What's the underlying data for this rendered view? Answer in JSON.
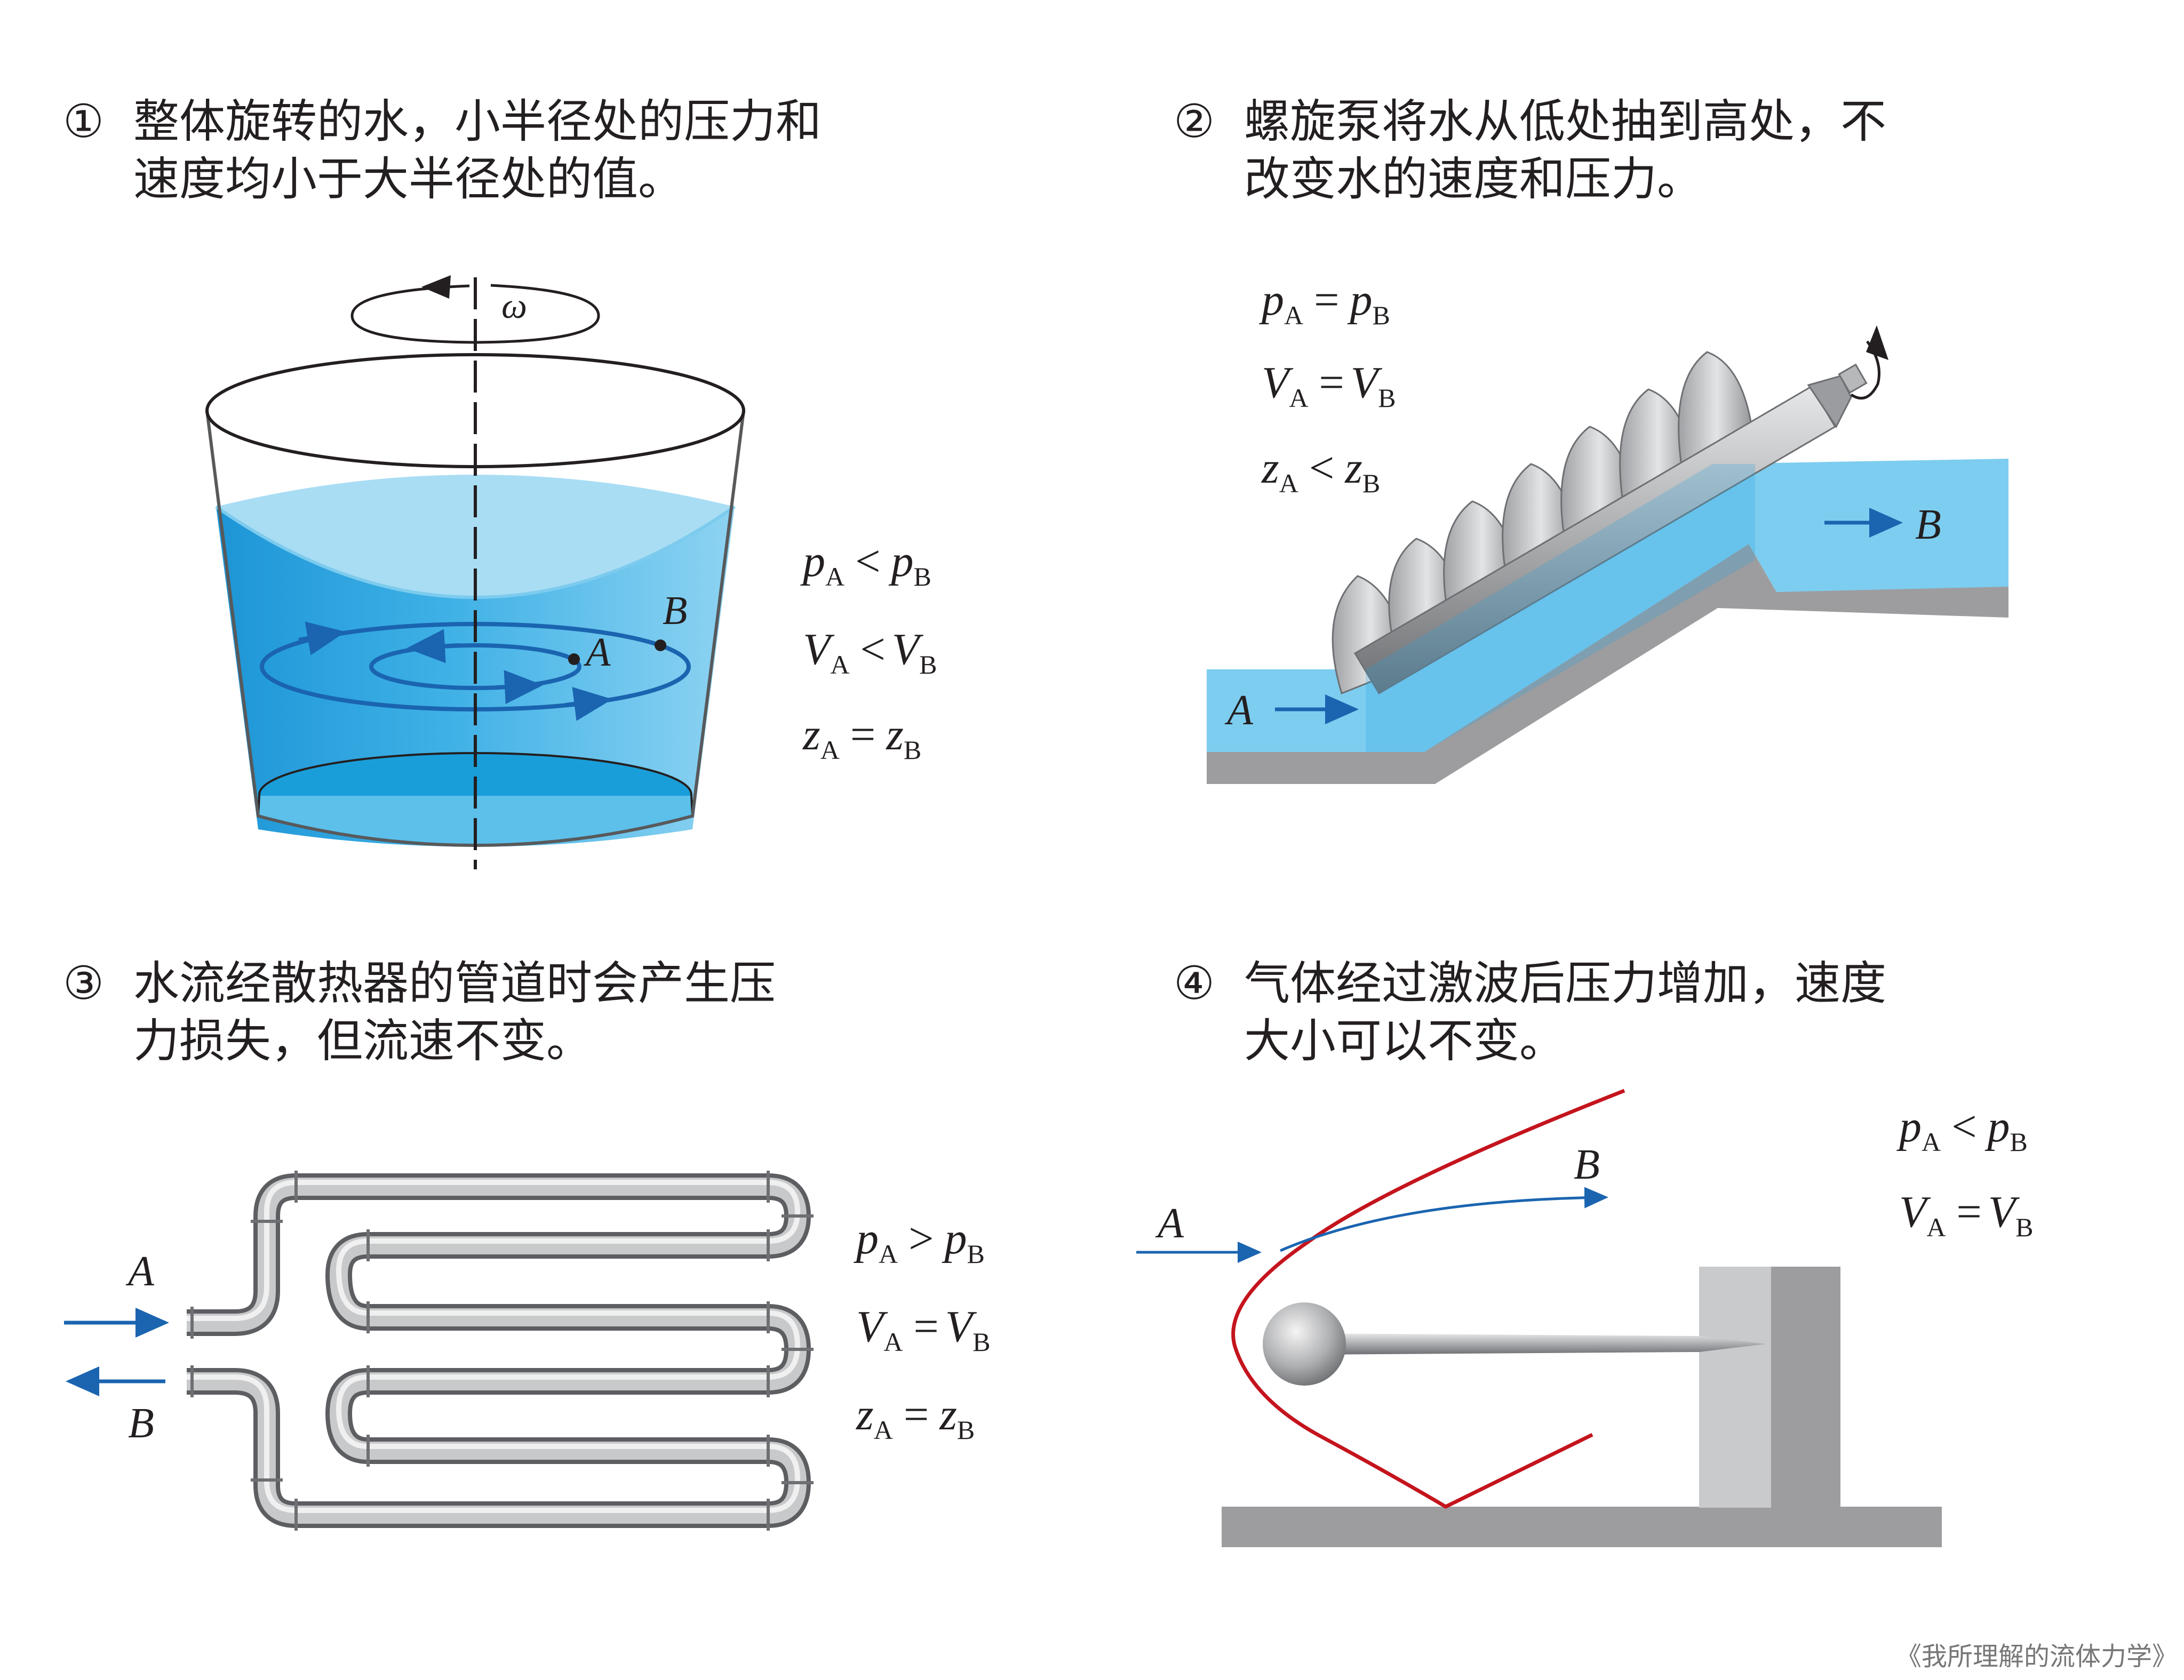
{
  "panels": [
    {
      "number": "①",
      "line1": "整体旋转的水，小半径处的压力和",
      "line2": "速度均小于大半径处的值。",
      "eqs": [
        {
          "lhs": "p",
          "op": "<",
          "rhs": "p"
        },
        {
          "lhs": "V",
          "op": "<",
          "rhs": "V"
        },
        {
          "lhs": "z",
          "op": "=",
          "rhs": "z"
        }
      ],
      "omega": "ω",
      "point_a": "A",
      "point_b": "B"
    },
    {
      "number": "②",
      "line1": "螺旋泵将水从低处抽到高处，不",
      "line2": "改变水的速度和压力。",
      "eqs": [
        {
          "lhs": "p",
          "op": "=",
          "rhs": "p"
        },
        {
          "lhs": "V",
          "op": "=",
          "rhs": "V"
        },
        {
          "lhs": "z",
          "op": "<",
          "rhs": "z"
        }
      ],
      "point_a": "A",
      "point_b": "B"
    },
    {
      "number": "③",
      "line1": "水流经散热器的管道时会产生压",
      "line2": "力损失，但流速不变。",
      "eqs": [
        {
          "lhs": "p",
          "op": ">",
          "rhs": "p"
        },
        {
          "lhs": "V",
          "op": "=",
          "rhs": "V"
        },
        {
          "lhs": "z",
          "op": "=",
          "rhs": "z"
        }
      ],
      "point_a": "A",
      "point_b": "B"
    },
    {
      "number": "④",
      "line1": "气体经过激波后压力增加，速度",
      "line2": "大小可以不变。",
      "eqs": [
        {
          "lhs": "p",
          "op": "<",
          "rhs": "p"
        },
        {
          "lhs": "V",
          "op": "=",
          "rhs": "V"
        }
      ],
      "point_a": "A",
      "point_b": "B"
    }
  ],
  "subscripts": {
    "a": "A",
    "b": "B"
  },
  "colors": {
    "water": "#29a3de",
    "flow_arrow": "#1a64b0",
    "shock": "#c4141d",
    "ground": "#9d9d9f",
    "text": "#231f20"
  },
  "watermark": "《我所理解的流体力学》"
}
